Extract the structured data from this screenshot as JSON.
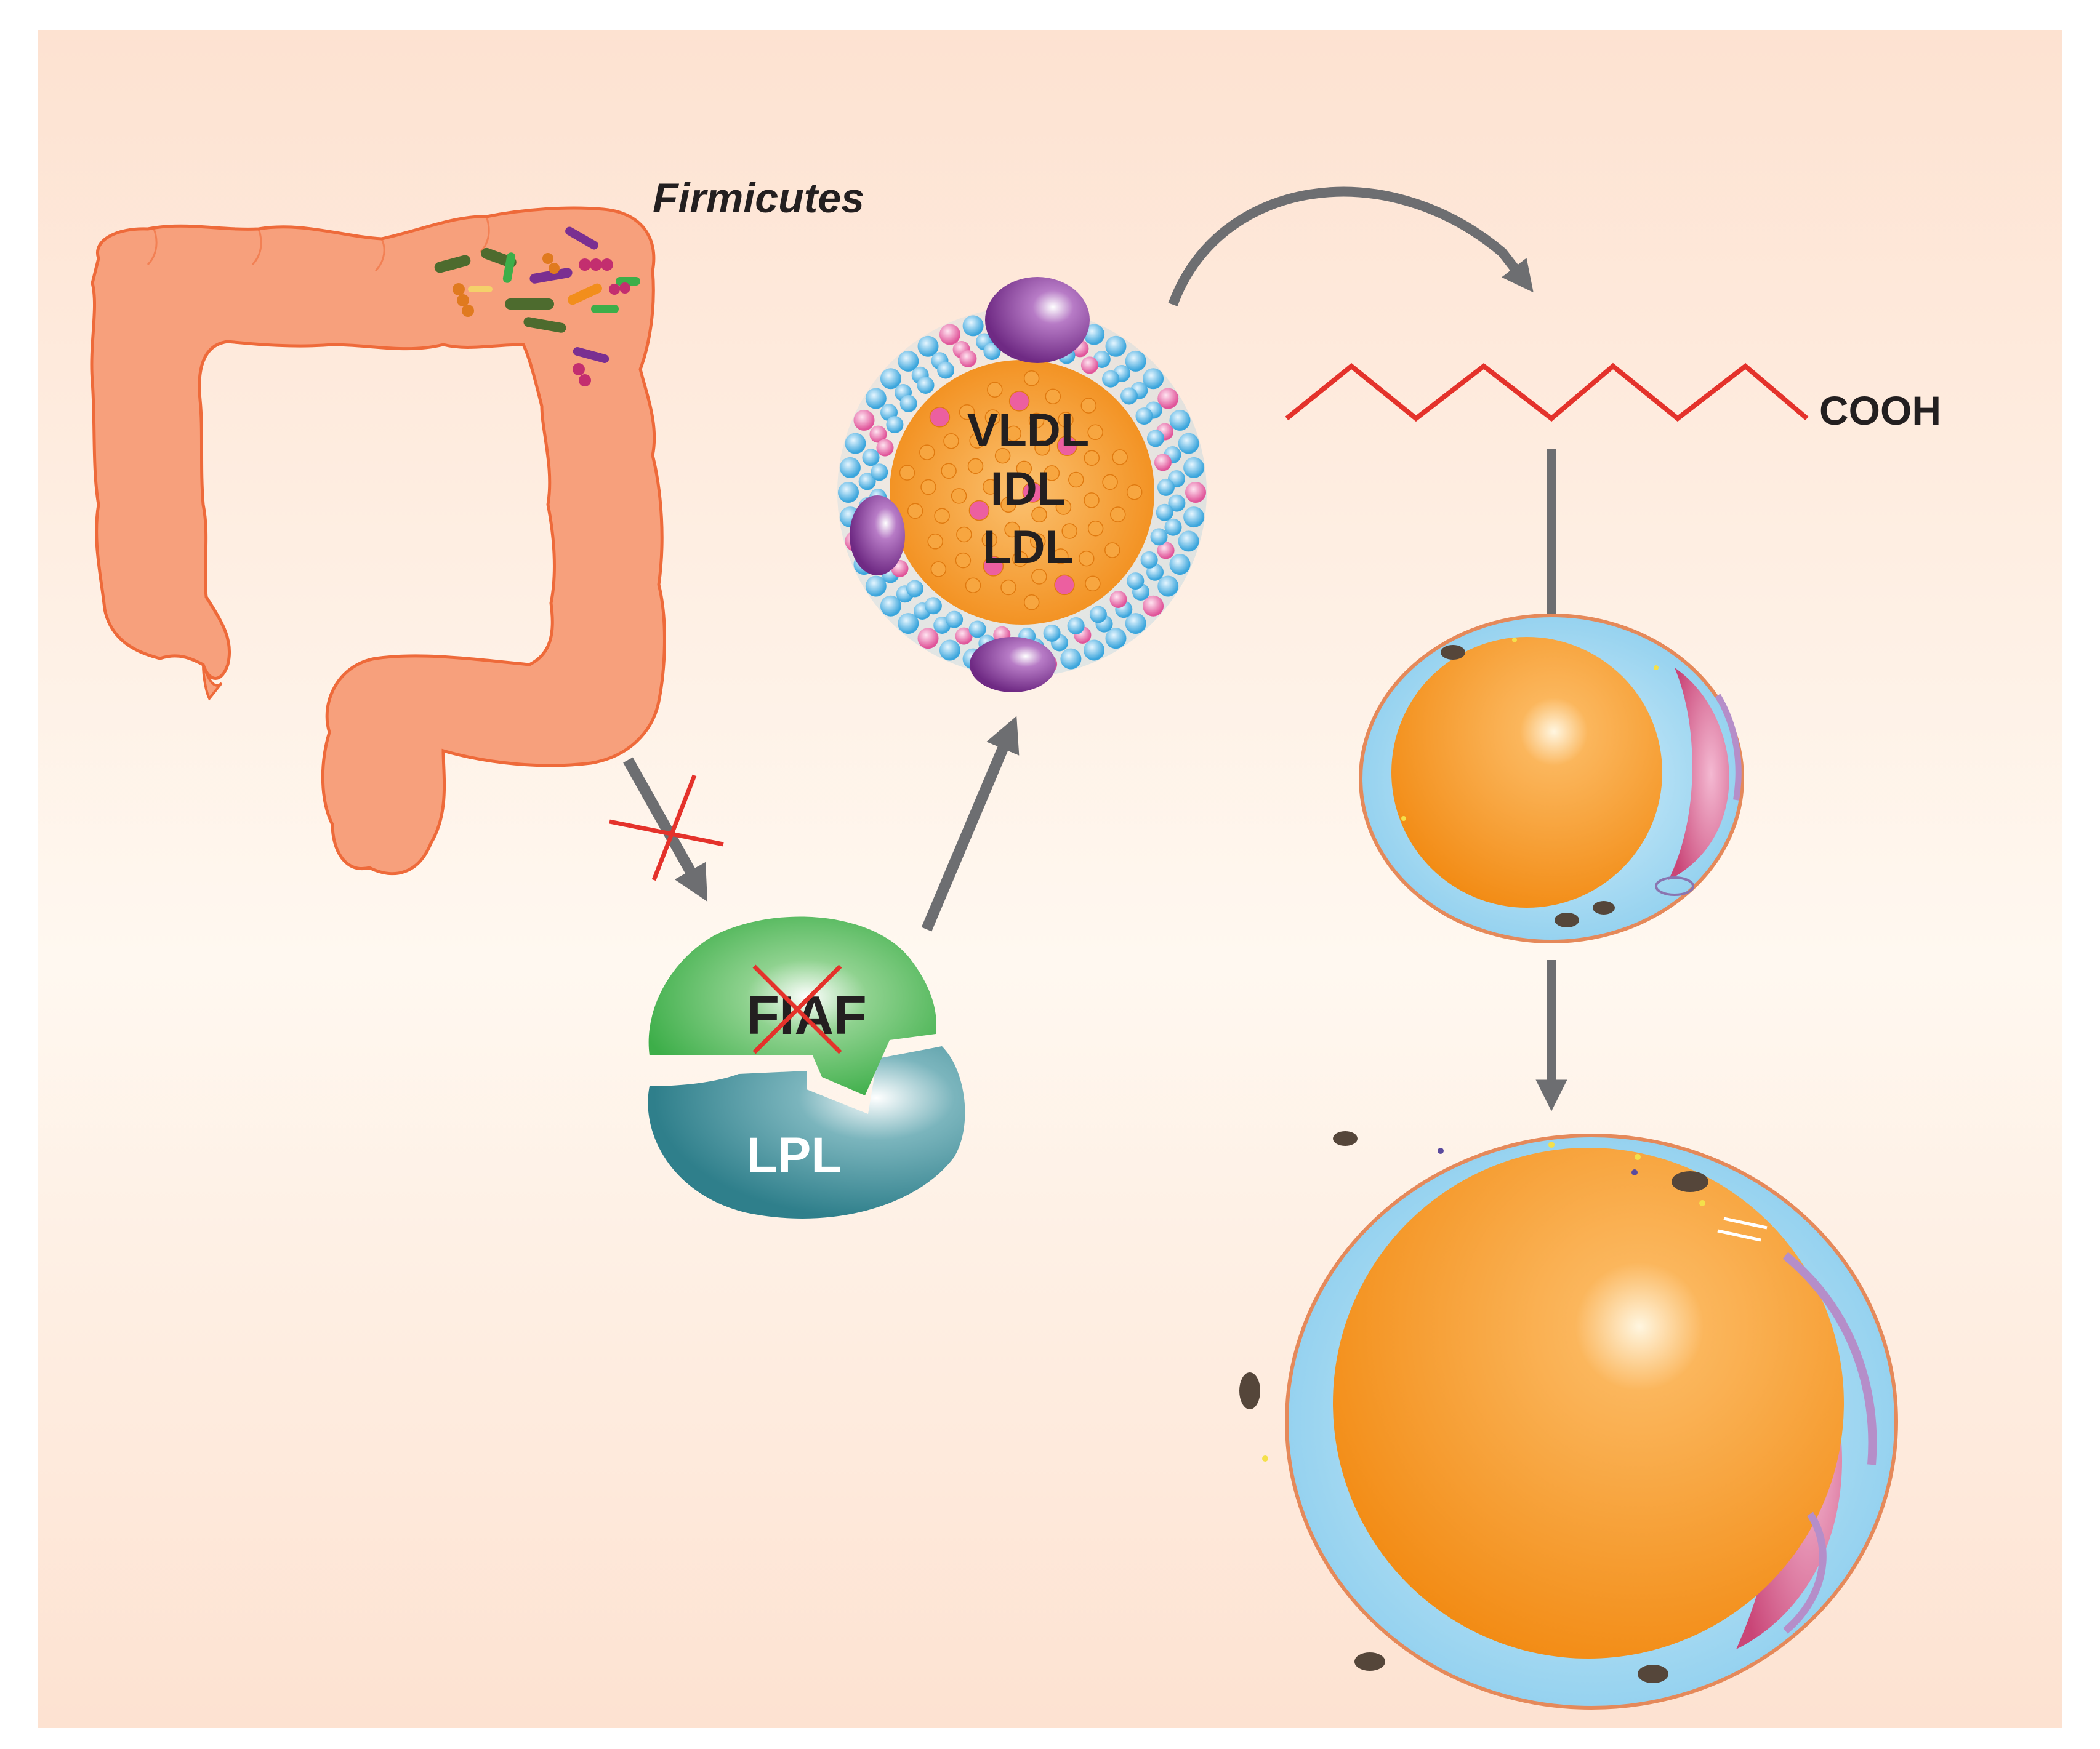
{
  "labels": {
    "firmicutes": "Firmicutes",
    "fiaf": "FIAF",
    "lpl": "LPL",
    "vldl": "VLDL",
    "idl": "IDL",
    "ldl": "LDL",
    "cooh": "COOH"
  },
  "colors": {
    "background_top": "#fde4d4",
    "background_mid": "#fff8f1",
    "colon_fill": "#f7a07c",
    "colon_stroke": "#ee6a3a",
    "arrow": "#6d6e71",
    "cross": "#e4322b",
    "fiaf_green": "#3dae49",
    "lpl_teal": "#3b8a96",
    "lipoprotein_core": "#f59a2c",
    "phospholipid_blue": "#4fb3e4",
    "phospholipid_pink": "#e86ca6",
    "apoprotein_purple": "#8b3a9d",
    "fatty_acid_chain": "#e4322b",
    "lipid_droplet": "#f7941d",
    "cytoplasm": "#a9dcf2",
    "nucleus": "#d8578a"
  },
  "icons": [
    "colon-icon",
    "bacteria-icon",
    "lipoprotein-particle-icon",
    "fatty-acid-chain-icon",
    "adipocyte-icon",
    "blocked-cross-icon"
  ]
}
